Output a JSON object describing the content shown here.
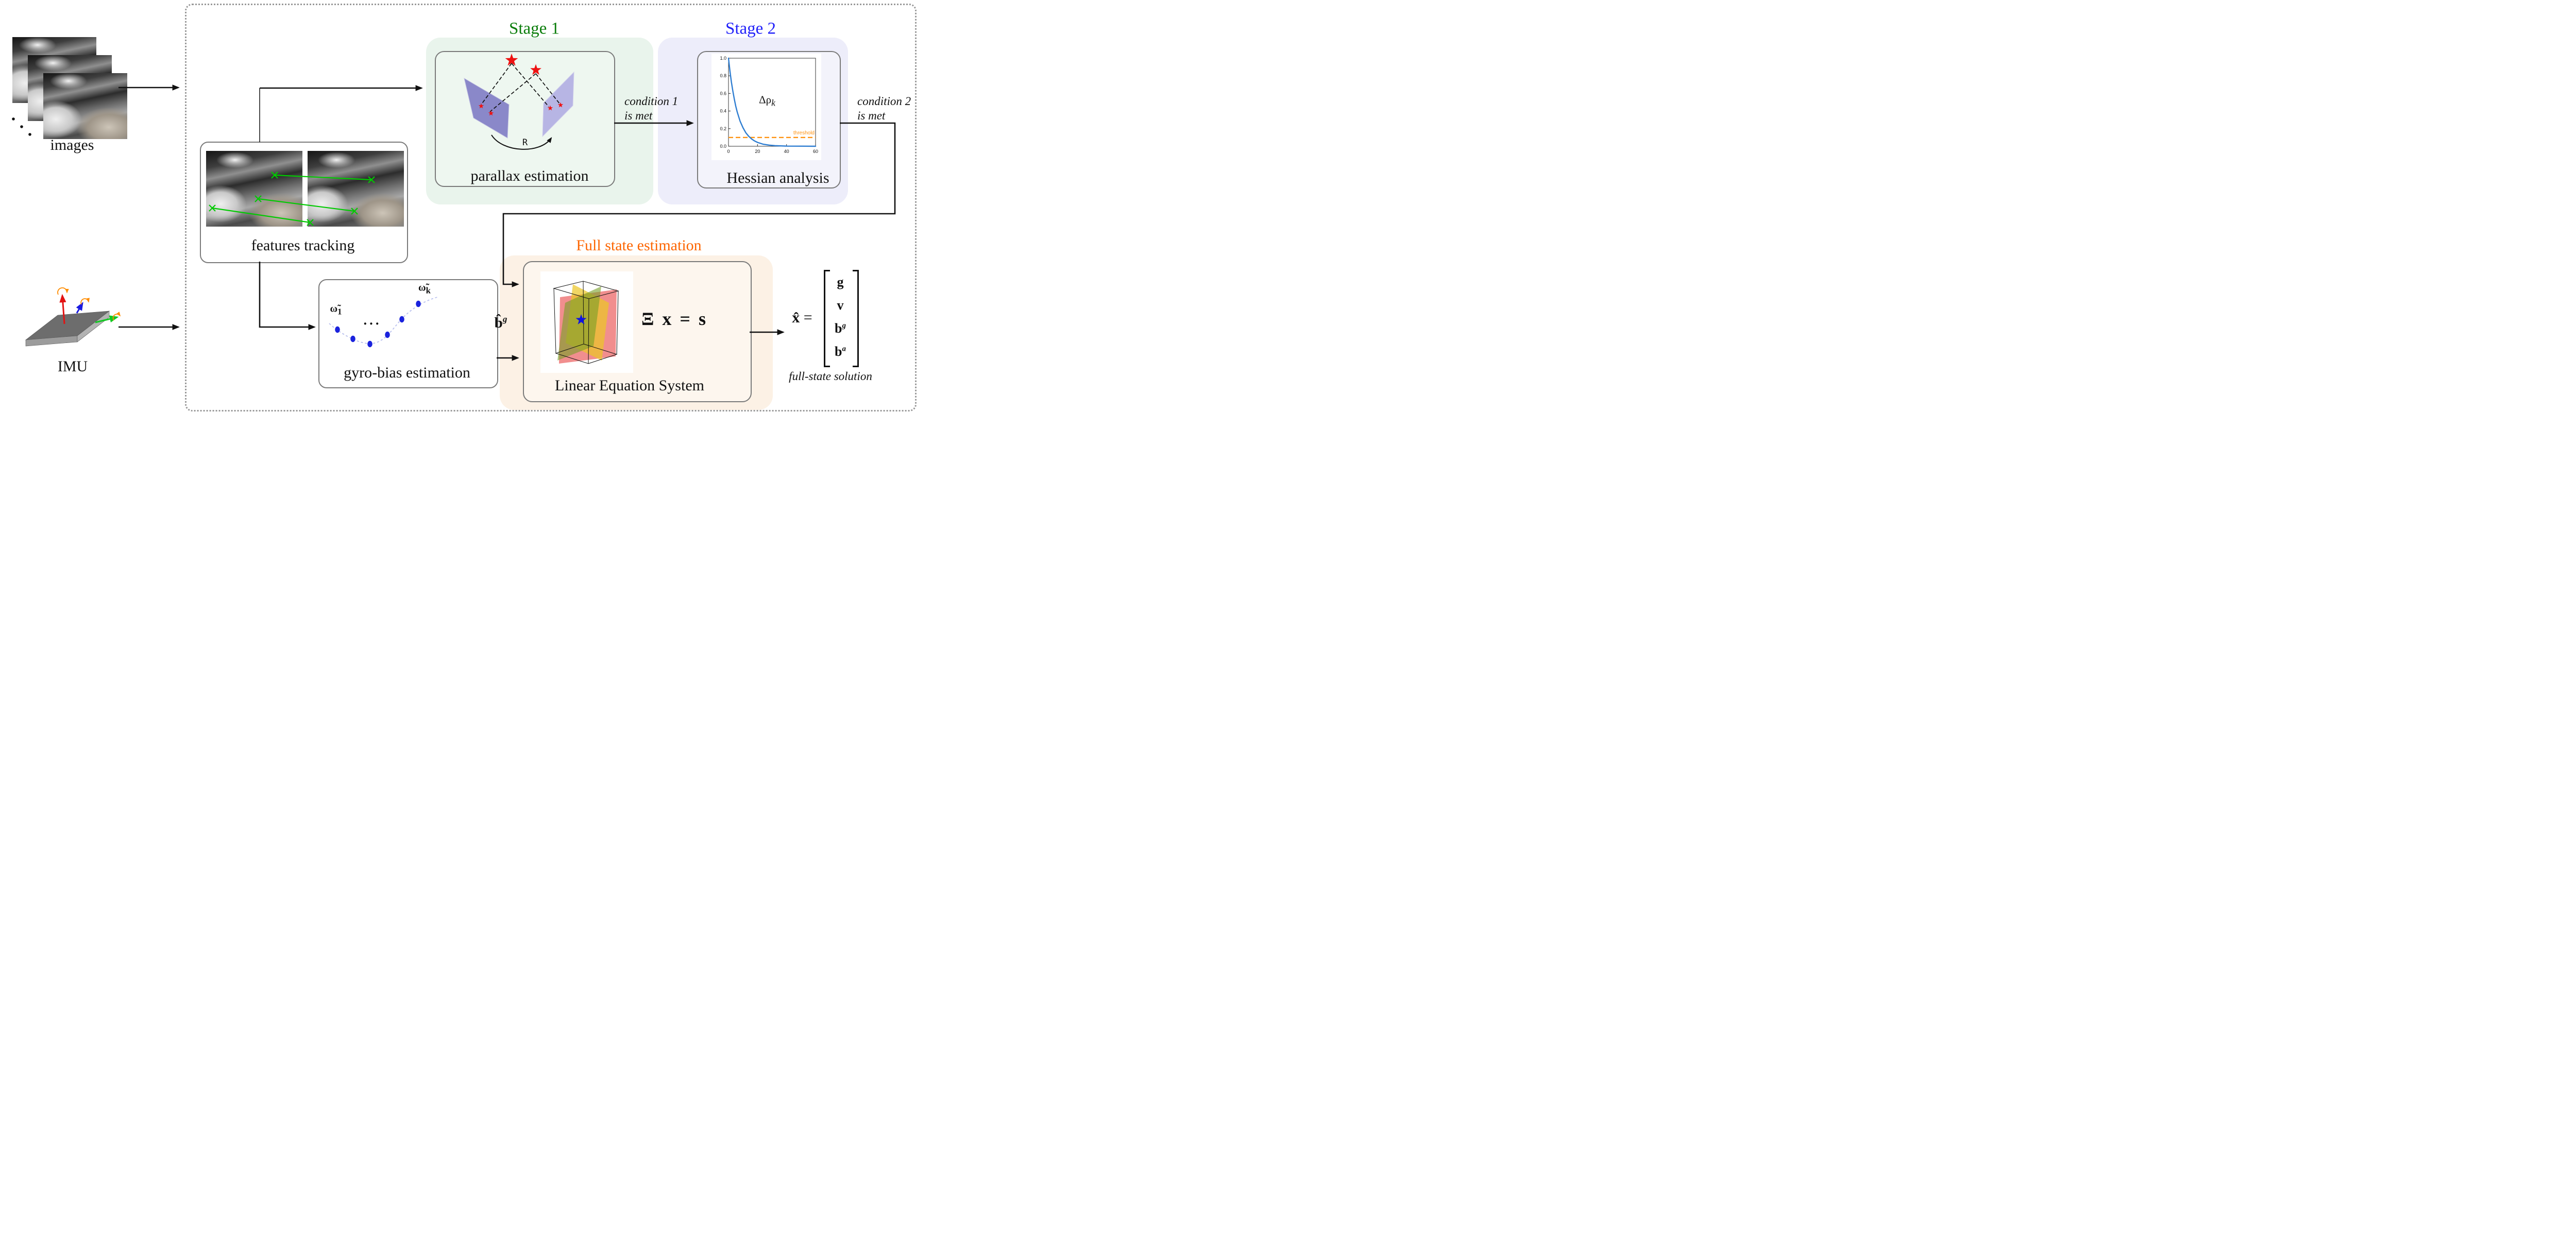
{
  "labels": {
    "images": "images",
    "imu": "IMU",
    "features_tracking": "features tracking",
    "gyro_bias": "gyro-bias estimation",
    "parallax": "parallax estimation",
    "hessian": "Hessian analysis",
    "les": "Linear Equation System",
    "stage1": "Stage 1",
    "stage2": "Stage 2",
    "full_state": "Full state estimation",
    "full_state_solution": "full-state solution",
    "rotation": "R"
  },
  "conditions": {
    "c1_line1": "condition 1",
    "c1_line2": "is met",
    "c2_line1": "condition 2",
    "c2_line2": "is met"
  },
  "math": {
    "bias_base": "b̂",
    "bias_sup": "g",
    "xi_eq": "Ξ x = s",
    "xhat_base": "x̂",
    "equals": "=",
    "state_entries": [
      {
        "base": "g",
        "sup": ""
      },
      {
        "base": "v",
        "sup": ""
      },
      {
        "base": "b",
        "sup": "g"
      },
      {
        "base": "b",
        "sup": "a"
      }
    ],
    "omega1_base": "ω̃",
    "omega1_sub": "1",
    "omegak_base": "ω̃",
    "omegak_sub": "k",
    "cdots": "···",
    "delta_rho_base": "Δρ",
    "delta_rho_sub": "k"
  },
  "chart_data": {
    "type": "line",
    "title": "",
    "xlabel": "",
    "ylabel": "",
    "xlim": [
      0,
      60
    ],
    "ylim": [
      0,
      1
    ],
    "xticks": [
      "0",
      "20",
      "40",
      "60"
    ],
    "yticks": [
      "0.0",
      "0.2",
      "0.4",
      "0.6",
      "0.8",
      "1.0"
    ],
    "grid": false,
    "legend": false,
    "series": [
      {
        "name": "Δρ_k",
        "x": [
          0,
          1,
          2,
          3,
          4,
          5,
          6,
          8,
          10,
          12,
          14,
          16,
          18,
          20,
          24,
          28,
          32,
          40,
          50,
          60
        ],
        "y": [
          1.0,
          0.855,
          0.73,
          0.625,
          0.535,
          0.455,
          0.39,
          0.285,
          0.21,
          0.152,
          0.112,
          0.082,
          0.06,
          0.044,
          0.023,
          0.013,
          0.007,
          0.002,
          0.001,
          0.0
        ]
      }
    ],
    "threshold": {
      "value": 0.1,
      "label": "threshold"
    }
  },
  "colors": {
    "stage1_title": "#0a7d0a",
    "stage2_title": "#2020fa",
    "full_state_title": "#fd6500",
    "stage1_bg": "#e9f4ec",
    "stage2_bg": "#ededfa",
    "full_state_bg": "#fcf1e5",
    "node_border": "#7a7a7a",
    "curve_blue": "#2e7dd1",
    "threshold_orange": "#ff9210",
    "feature_green": "#00ca00",
    "gyro_dot_blue": "#1a22dd",
    "star_red": "#ee1111",
    "plane_purple": "#8a88c9",
    "arrow_black": "#111111"
  }
}
